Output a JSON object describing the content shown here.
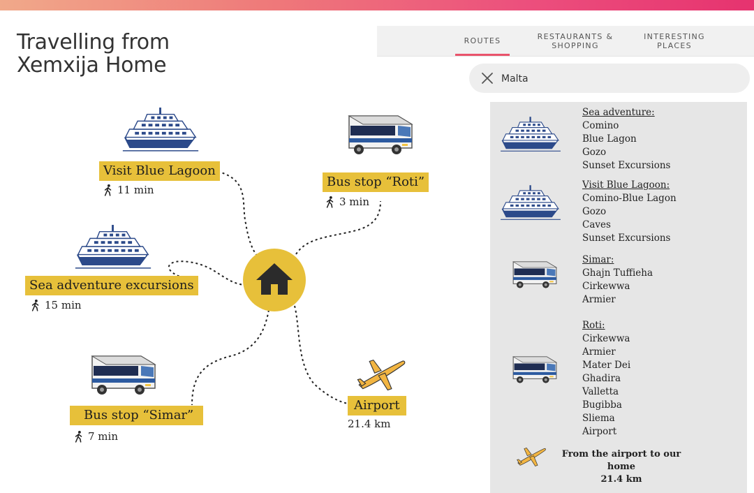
{
  "title": {
    "line1": "Travelling from",
    "line2": "Xemxija Home"
  },
  "tabs": [
    {
      "label": "ROUTES"
    },
    {
      "label": "RESTAURANTS &",
      "label2": "SHOPPING"
    },
    {
      "label": "INTERESTING",
      "label2": "PLACES"
    }
  ],
  "search": {
    "value": "Malta"
  },
  "map": {
    "destinations": [
      {
        "label": "Visit Blue Lagoon",
        "detail": "11 min"
      },
      {
        "label": "Bus stop “Roti”",
        "detail": "3 min"
      },
      {
        "label": "Sea adventure excursions",
        "detail": "15 min"
      },
      {
        "label": "Bus stop “Simar”",
        "detail": "7 min"
      },
      {
        "label": "Airport",
        "detail": "21.4 km"
      }
    ]
  },
  "panel": {
    "groups": [
      {
        "heading": "Sea adventure:",
        "items": [
          "Comino",
          "Blue Lagon",
          "Gozo",
          "Sunset Excursions"
        ]
      },
      {
        "heading": "Visit Blue Lagoon:",
        "items": [
          "Comino-Blue Lagon",
          "Gozo",
          "Caves",
          "Sunset Excursions"
        ]
      },
      {
        "heading": "Simar:",
        "items": [
          "Ghajn Tuffieha",
          "Cirkewwa",
          "Armier"
        ]
      },
      {
        "heading": "Roti:",
        "items": [
          "Cirkewwa",
          "Armier",
          "Mater Dei",
          "Ghadira",
          "Valletta",
          "Bugibba",
          "Sliema",
          "Airport"
        ]
      }
    ],
    "footer": {
      "line1": "From the airport to our home",
      "line2": "21.4 km"
    }
  },
  "colors": {
    "accent": "#e9536b",
    "label_yellow": "#e7c03a",
    "panel_bg": "#e6e6e6"
  }
}
